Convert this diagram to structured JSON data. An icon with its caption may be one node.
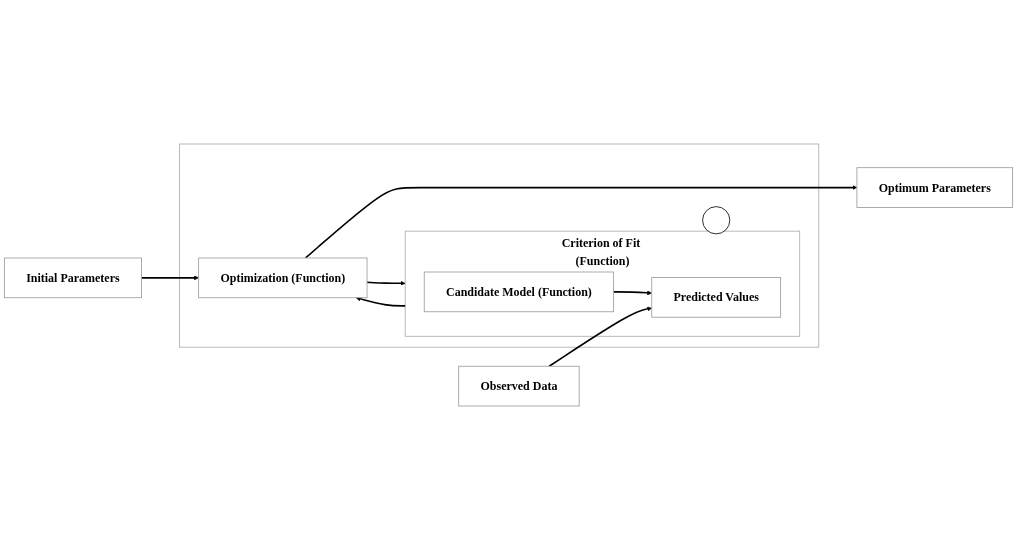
{
  "diagram": {
    "nodes": [
      {
        "text": [
          "Initial Parameters"
        ]
      },
      {
        "text": [],
        "shape": "box"
      },
      {
        "text": [
          "Optimization (Function)"
        ],
        "in": 1
      },
      {
        "text": [
          "Optimum Parameters"
        ]
      },
      {
        "text": [],
        "shape": "circle",
        "in": 1
      },
      {
        "text": [
          "Criterion of Fit (Function)"
        ],
        "in": 1
      },
      {
        "text": [
          "Candidate Model (Function)"
        ],
        "in": 5
      },
      {
        "text": [
          "Predicted Values"
        ],
        "in": 5
      },
      {
        "text": [
          "Observed Data"
        ]
      }
    ],
    "edges": [
      {
        "from": 0,
        "to": 2,
        "arrow": "to"
      },
      {
        "from": 2,
        "to": 3,
        "arrow": "to"
      },
      {
        "from": 2,
        "to": 5,
        "arrow": "to"
      },
      {
        "from": 5,
        "to": 2,
        "arrow": "to"
      },
      {
        "from": 6,
        "to": 7,
        "arrow": "to"
      },
      {
        "from": 8,
        "to": 7,
        "arrow": "to"
      }
    ]
  }
}
